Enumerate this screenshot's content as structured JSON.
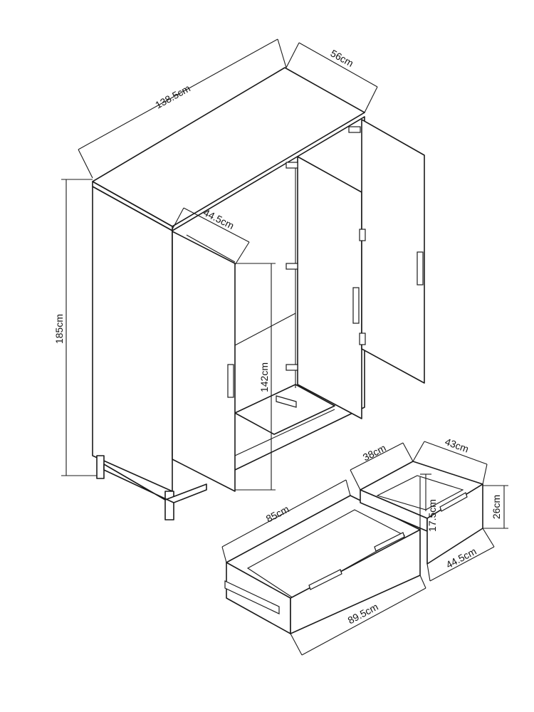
{
  "diagram": {
    "stroke_color": "#1a1a1a",
    "background": "#ffffff",
    "dimensions": {
      "total_width": "138.5cm",
      "total_depth": "56cm",
      "total_height": "185cm",
      "inner_depth": "44.5cm",
      "hanging_height": "142cm",
      "big_drawer_inner_width": "85cm",
      "big_drawer_outer_width": "89.5cm",
      "small_drawer_inner_width": "38cm",
      "small_drawer_inner_depth": "43cm",
      "small_drawer_inner_height": "17.5cm",
      "small_drawer_outer_height": "26cm",
      "small_drawer_outer_depth": "44.5cm"
    }
  }
}
